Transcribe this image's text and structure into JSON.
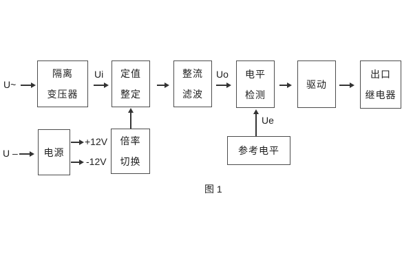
{
  "diagram": {
    "caption": "图 1",
    "blocks": {
      "isolation_transformer": {
        "line1": "隔离",
        "line2": "变压器"
      },
      "setpoint_setting": {
        "line1": "定值",
        "line2": "整定"
      },
      "rectifier_filter": {
        "line1": "整流",
        "line2": "滤波"
      },
      "level_detection": {
        "line1": "电平",
        "line2": "检测"
      },
      "drive": {
        "label": "驱动"
      },
      "output_relay": {
        "line1": "出口",
        "line2": "继电器"
      },
      "power_supply": {
        "label": "电源"
      },
      "ratio_switch": {
        "line1": "倍率",
        "line2": "切换"
      },
      "reference_level": {
        "label": "参考电平"
      }
    },
    "signals": {
      "ac_input": "U~",
      "dc_input": "U –",
      "ui": "Ui",
      "uo": "Uo",
      "ue": "Ue",
      "plus_12v": "+12V",
      "minus_12v": "-12V"
    },
    "colors": {
      "background": "#ffffff",
      "line": "#333333",
      "box_border": "#4b4b4b",
      "text": "#1e1e1e"
    }
  }
}
